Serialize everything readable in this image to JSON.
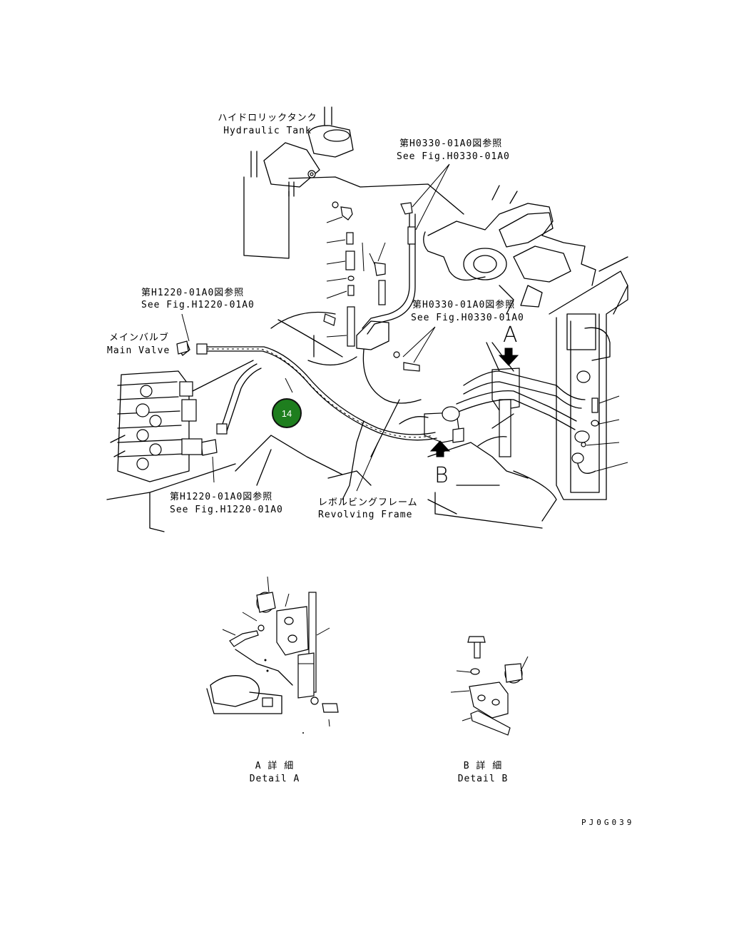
{
  "labels": {
    "hydraulic_tank_jp": "ハイドロリックタンク",
    "hydraulic_tank_en": "Hydraulic Tank",
    "see_fig_h0330_top_jp": "第H0330-01A0図参照",
    "see_fig_h0330_top_en": "See Fig.H0330-01A0",
    "see_fig_h1220_top_jp": "第H1220-01A0図参照",
    "see_fig_h1220_top_en": "See Fig.H1220-01A0",
    "main_valve_jp": "メインバルブ",
    "main_valve_en": "Main Valve",
    "see_fig_h0330_mid_jp": "第H0330-01A0図参照",
    "see_fig_h0330_mid_en": "See Fig.H0330-01A0",
    "see_fig_h1220_bottom_jp": "第H1220-01A0図参照",
    "see_fig_h1220_bottom_en": "See Fig.H1220-01A0",
    "revolving_frame_jp": "レボルビングフレーム",
    "revolving_frame_en": "Revolving Frame",
    "marker_a": "A",
    "marker_b": "B",
    "detail_a_jp": "A 詳 細",
    "detail_a_en": "Detail A",
    "detail_b_jp": "B 詳 細",
    "detail_b_en": "Detail B"
  },
  "callout": {
    "number": "14",
    "color": "#1e7e1e"
  },
  "figure_code": "PJ0G039"
}
